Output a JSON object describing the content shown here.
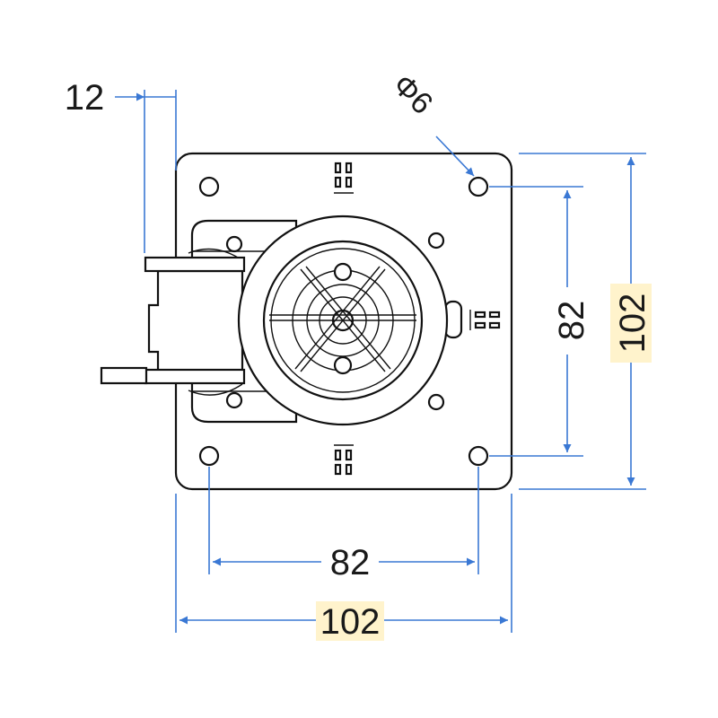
{
  "dimensions": {
    "offset": "12",
    "hole_diameter": "Φ6",
    "hole_spacing_vertical": "82",
    "overall_height": "102",
    "hole_spacing_horizontal": "82",
    "overall_width": "102"
  },
  "colors": {
    "dimension_line": "#3a78d4",
    "highlight": "#fff3cc",
    "outline": "#111111"
  }
}
